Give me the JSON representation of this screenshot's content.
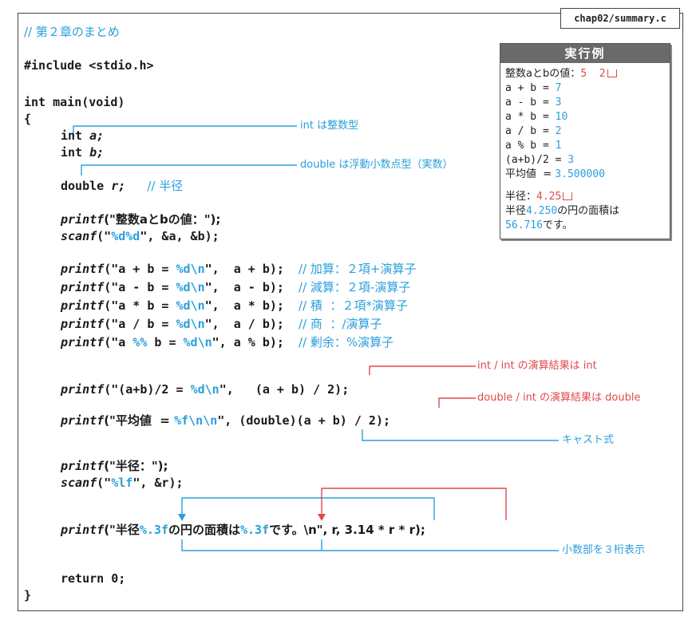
{
  "filename": "chap02/summary.c",
  "code": {
    "comment": "// 第２章のまとめ",
    "include": "#include <stdio.h>",
    "main_sig": "int main(void)",
    "open": "{",
    "decl_a": "int",
    "decl_a_var": "a;",
    "decl_b": "int",
    "decl_b_var": "b;",
    "decl_r": "double",
    "decl_r_var": "r;",
    "decl_r_comment": "// 半径",
    "printf1_fn": "printf",
    "printf1_arg": "(\"整数aとbの値：\");",
    "scanf1_fn": "scanf",
    "scanf1_a": "(\"",
    "scanf1_fmt": "%d%d",
    "scanf1_b": "\", &a, &b);",
    "add_fn": "printf",
    "add_a": "(\"a + b = ",
    "add_fmt": "%d\\n",
    "add_b": "\",  a + b);",
    "add_c": "// 加算：２項+演算子",
    "sub_fn": "printf",
    "sub_a": "(\"a - b = ",
    "sub_fmt": "%d\\n",
    "sub_b": "\",  a - b);",
    "sub_c": "// 減算：２項-演算子",
    "mul_fn": "printf",
    "mul_a": "(\"a * b = ",
    "mul_fmt": "%d\\n",
    "mul_b": "\",  a * b);",
    "mul_c": "// 積  ：２項*演算子",
    "div_fn": "printf",
    "div_a": "(\"a / b = ",
    "div_fmt": "%d\\n",
    "div_b": "\",  a / b);",
    "div_c": "// 商  ：/演算子",
    "mod_fn": "printf",
    "mod_a": "(\"a ",
    "mod_pct": "%%",
    "mod_mid": " b = ",
    "mod_fmt": "%d\\n",
    "mod_b": "\", a % b);",
    "mod_c": "// 剰余：%演算子",
    "avg1_fn": "printf",
    "avg1_a": "(\"(a+b)/2 = ",
    "avg1_fmt": "%d\\n",
    "avg1_b": "\",   (a + b) / 2);",
    "avg2_fn": "printf",
    "avg2_a": "(\"平均値  = ",
    "avg2_fmt": "%f\\n\\n",
    "avg2_b": "\", (double)(a + b) / 2);",
    "printf2_fn": "printf",
    "printf2_arg": "(\"半径：\");",
    "scanf2_fn": "scanf",
    "scanf2_a": "(\"",
    "scanf2_fmt": "%lf",
    "scanf2_b": "\", &r);",
    "area_fn": "printf",
    "area_a": "(\"半径",
    "area_fmt1": "%.3f",
    "area_m": "の円の面積は",
    "area_fmt2": "%.3f",
    "area_b": "です。\\n\", r, 3.14 * r * r);",
    "ret": "return 0;",
    "close": "}"
  },
  "annotations": {
    "int_note": "int は整数型",
    "double_note": "double は浮動小数点型（実数）",
    "intdiv_note": "int / int の演算結果は int",
    "dbldiv_note": "double / int の演算結果は double",
    "cast_note": "キャスト式",
    "digits_note": "小数部を３桁表示"
  },
  "example": {
    "title": "実行例",
    "l1_label": "整数aとbの値：",
    "l1_input": "5  2",
    "l2": "a + b = ",
    "l2v": "7",
    "l3": "a - b = ",
    "l3v": "3",
    "l4": "a * b = ",
    "l4v": "10",
    "l5": "a / b = ",
    "l5v": "2",
    "l6": "a % b = ",
    "l6v": "1",
    "l7": "(a+b)/2 = ",
    "l7v": "3",
    "l8": "平均値  = ",
    "l8v": "3.500000",
    "l9_label": "半径：",
    "l9_input": "4.25",
    "l10a": "半径",
    "l10v": "4.250",
    "l10b": "の円の面積は",
    "l11v": "56.716",
    "l11b": "です。"
  },
  "colors": {
    "blue": "#2b9fdb",
    "red": "#e04a4a"
  }
}
